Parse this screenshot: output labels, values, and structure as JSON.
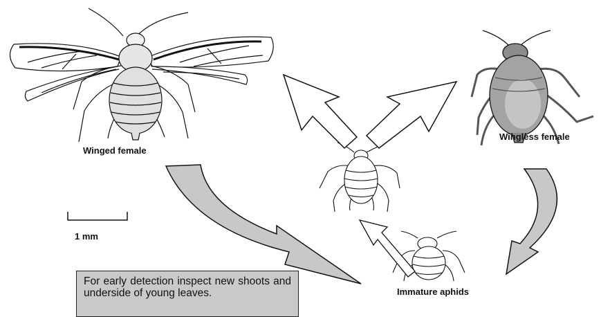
{
  "labels": {
    "winged_female": "Winged female",
    "wingless_female": "Wingless female",
    "immature_aphids": "Immature aphids",
    "scale": "1 mm"
  },
  "note": "For early detection inspect new shoots and underside of young leaves.",
  "colors": {
    "arrow_fill": "#c8c8c8",
    "ink": "#111111",
    "body_shade": "#9a9a9a",
    "note_bg": "#c9c9c9"
  }
}
